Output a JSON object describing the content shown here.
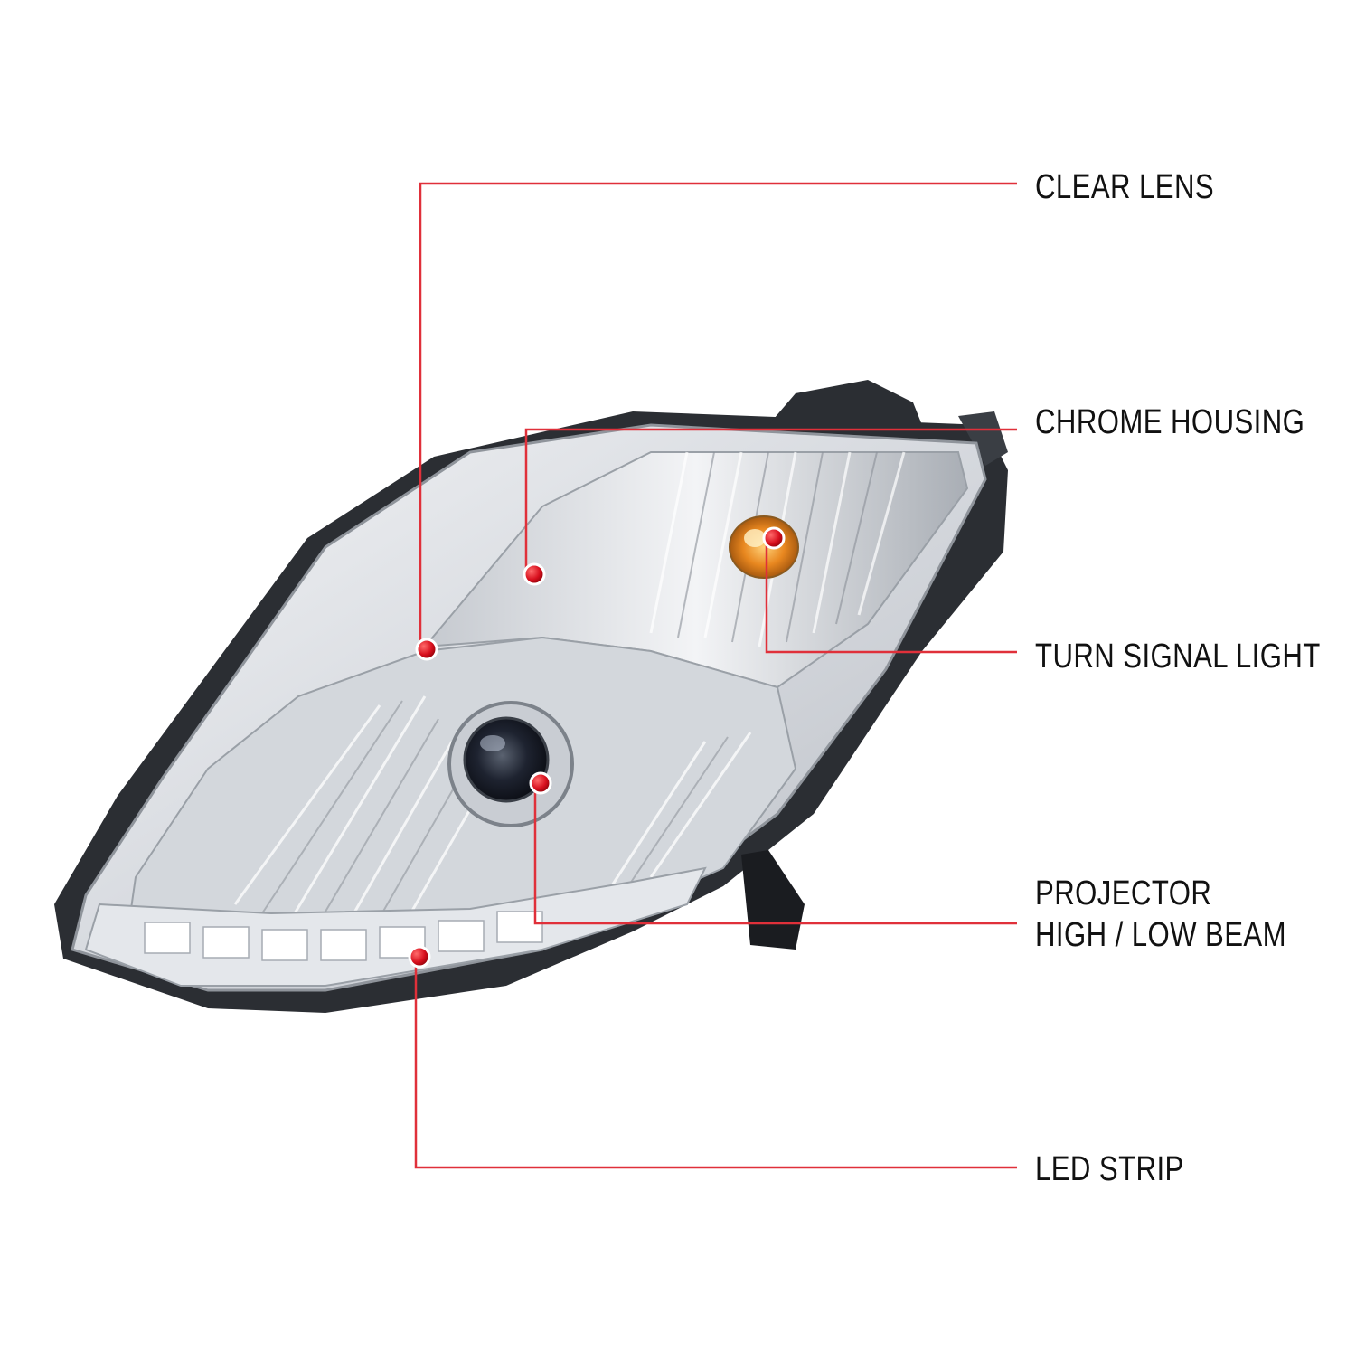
{
  "diagram": {
    "subject": "headlight-assembly",
    "leader_line_color": "#e0303a",
    "marker_color": "#d8101e",
    "callouts": [
      {
        "id": "clear-lens",
        "lines": [
          "CLEAR LENS"
        ]
      },
      {
        "id": "chrome-housing",
        "lines": [
          "CHROME HOUSING"
        ]
      },
      {
        "id": "turn-signal-light",
        "lines": [
          "TURN SIGNAL LIGHT"
        ]
      },
      {
        "id": "projector-beam",
        "lines": [
          "PROJECTOR",
          "HIGH / LOW BEAM"
        ]
      },
      {
        "id": "led-strip",
        "lines": [
          "LED STRIP"
        ]
      }
    ]
  }
}
